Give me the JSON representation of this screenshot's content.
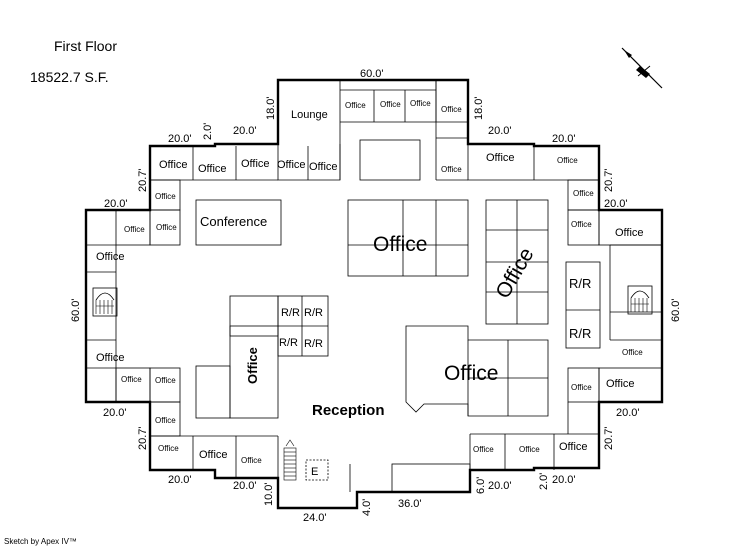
{
  "header": {
    "title": "First Floor",
    "area": "18522.7 S.F."
  },
  "credit": "Sketch by Apex IV™",
  "dimensions": {
    "top_60": "60.0'",
    "lounge_18_left": "18.0'",
    "lounge_18_right": "18.0'",
    "top_left_20": "20.0'",
    "top_left_2": "2.0'",
    "top_left_20b": "20.0'",
    "top_right_20": "20.0'",
    "top_right_20b": "20.0'",
    "upper_left_207": "20.7'",
    "upper_right_207": "20.7'",
    "left_20": "20.0'",
    "right_20": "20.0'",
    "left_60": "60.0'",
    "right_60": "60.0'",
    "lower_left_20": "20.0'",
    "lower_right_20": "20.0'",
    "lower_left_207": "20.7'",
    "lower_right_207": "20.7'",
    "bottom_left_20": "20.0'",
    "bottom_left_20b": "20.0'",
    "bottom_10": "10.0'",
    "bottom_24": "24.0'",
    "bottom_4": "4.0'",
    "bottom_36": "36.0'",
    "bottom_6": "6.0'",
    "bottom_right_20": "20.0'",
    "bottom_right_2": "2.0'",
    "bottom_right_20b": "20.0'"
  },
  "rooms": {
    "lounge": "Lounge",
    "conference": "Conference",
    "reception": "Reception",
    "office": "Office",
    "rr": "R/R",
    "elevator": "E"
  },
  "icons": {
    "compass": "north-arrow-icon",
    "stairs": "stairs-icon",
    "elevator": "elevator-icon"
  }
}
